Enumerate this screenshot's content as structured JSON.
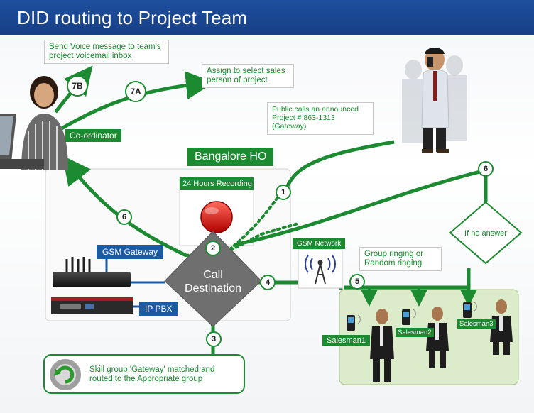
{
  "title": "DID routing to Project Team",
  "labels": {
    "voice_msg": "Send Voice message to team's project voicemail inbox",
    "assign": "Assign to select sales person of project",
    "public_calls": "Public calls an announced Project # 863-1313 (Gateway)",
    "coordinator": "Co-ordinator",
    "bangalore": "Bangalore HO",
    "recording": "24 Hours Recording",
    "gsm_gateway": "GSM Gateway",
    "ip_pbx": "IP PBX",
    "call_destination": "Call Destination",
    "gsm_network": "GSM Network",
    "group_ringing": "Group ringing or Random ringing",
    "no_answer": "If no answer",
    "skill_group": "Skill group 'Gateway' matched and routed to the Appropriate group",
    "salesman1": "Salesman1",
    "salesman2": "Salesman2",
    "salesman3": "Salesman3"
  },
  "steps": {
    "s1": "1",
    "s2": "2",
    "s3": "3",
    "s4": "4",
    "s5": "5",
    "s6a": "6",
    "s6b": "6",
    "s7a": "7A",
    "s7b": "7B"
  },
  "colors": {
    "green": "#1c8a30",
    "blue": "#1d5aa0",
    "header": "#1b4a96",
    "gray": "#6e6e6e"
  }
}
